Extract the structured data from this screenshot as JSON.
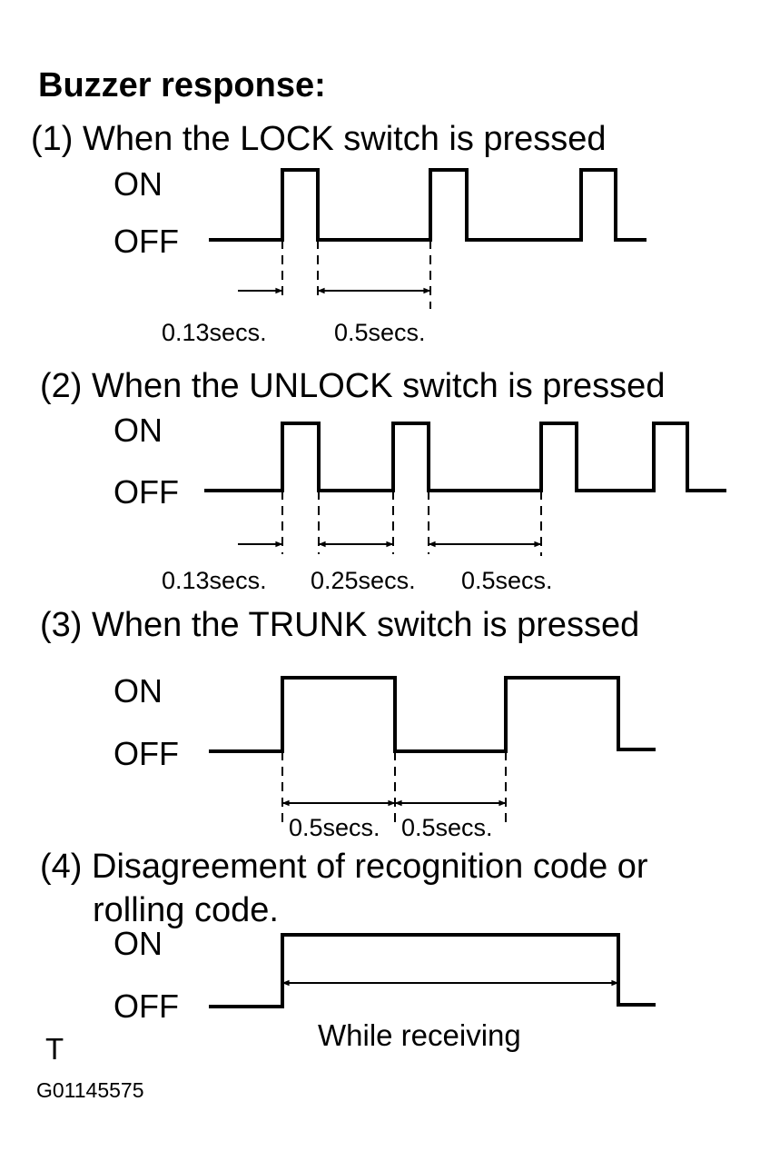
{
  "title": "Buzzer response:",
  "on_label": "ON",
  "off_label": "OFF",
  "panels": [
    {
      "heading": "(1) When the LOCK switch is pressed",
      "durations": [
        "0.13secs.",
        "0.5secs."
      ]
    },
    {
      "heading": "(2) When the UNLOCK switch is pressed",
      "durations": [
        "0.13secs.",
        "0.25secs.",
        "0.5secs."
      ]
    },
    {
      "heading": "(3) When the TRUNK switch is pressed",
      "durations": [
        "0.5secs.",
        "0.5secs."
      ]
    },
    {
      "heading_line1": "(4) Disagreement of recognition code or",
      "heading_line2": "rolling code.",
      "duration_text": "While receiving"
    }
  ],
  "corner_mark": "T",
  "figure_id": "G01145575"
}
